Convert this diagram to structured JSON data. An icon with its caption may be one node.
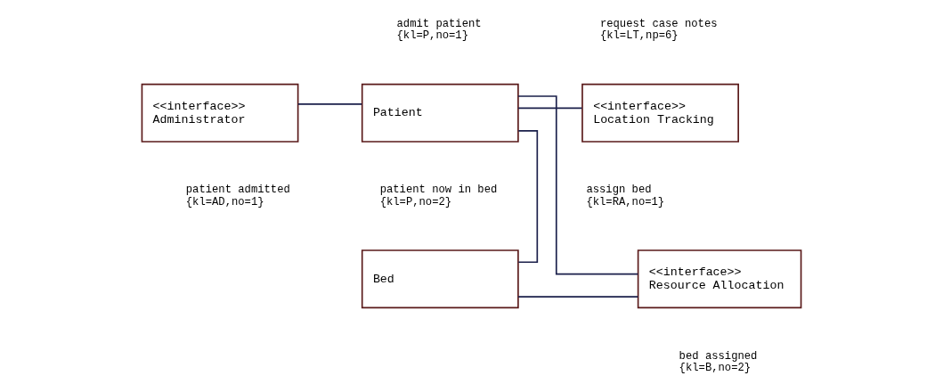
{
  "diagram": {
    "nodes": [
      {
        "text": [
          "<<interface>>",
          "Administrator"
        ]
      },
      {
        "text": [
          "Patient"
        ]
      },
      {
        "text": [
          "<<interface>>",
          "Location Tracking"
        ]
      },
      {
        "text": [
          "Bed"
        ]
      },
      {
        "text": [
          "<<interface>>",
          "Resource Allocation"
        ]
      }
    ],
    "edges": [
      {
        "from": 0,
        "to": 1,
        "arrow": "none"
      },
      {
        "from": 1,
        "to": 2,
        "arrow": "none"
      },
      {
        "from": 1,
        "to": 3,
        "arrow": "none"
      },
      {
        "from": 1,
        "to": 4,
        "arrow": "none"
      },
      {
        "from": 3,
        "to": 4,
        "arrow": "none"
      }
    ],
    "labels": [
      "admit patient {kl=P,no=1}",
      "request case notes {kl=LT,np=6}",
      "patient admitted {kl=AD,no=1}",
      "patient now in bed {kl=P,no=2}",
      "assign bed {kl=RA,no=1}",
      "bed assigned {kl=B,no=2}"
    ]
  }
}
